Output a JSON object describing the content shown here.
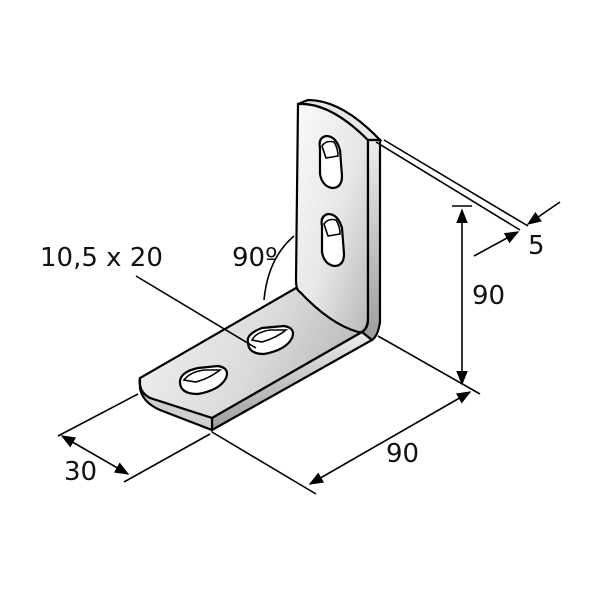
{
  "labels": {
    "slot": "10,5 x 20",
    "angle": "90º",
    "thickness": "5",
    "height": "90",
    "length": "90",
    "width": "30"
  },
  "colors": {
    "ink": "#000000",
    "metal_light": "#f4f4f4",
    "metal_mid": "#d6d6d6",
    "metal_dark": "#a9a9a9",
    "background": "#ffffff"
  }
}
